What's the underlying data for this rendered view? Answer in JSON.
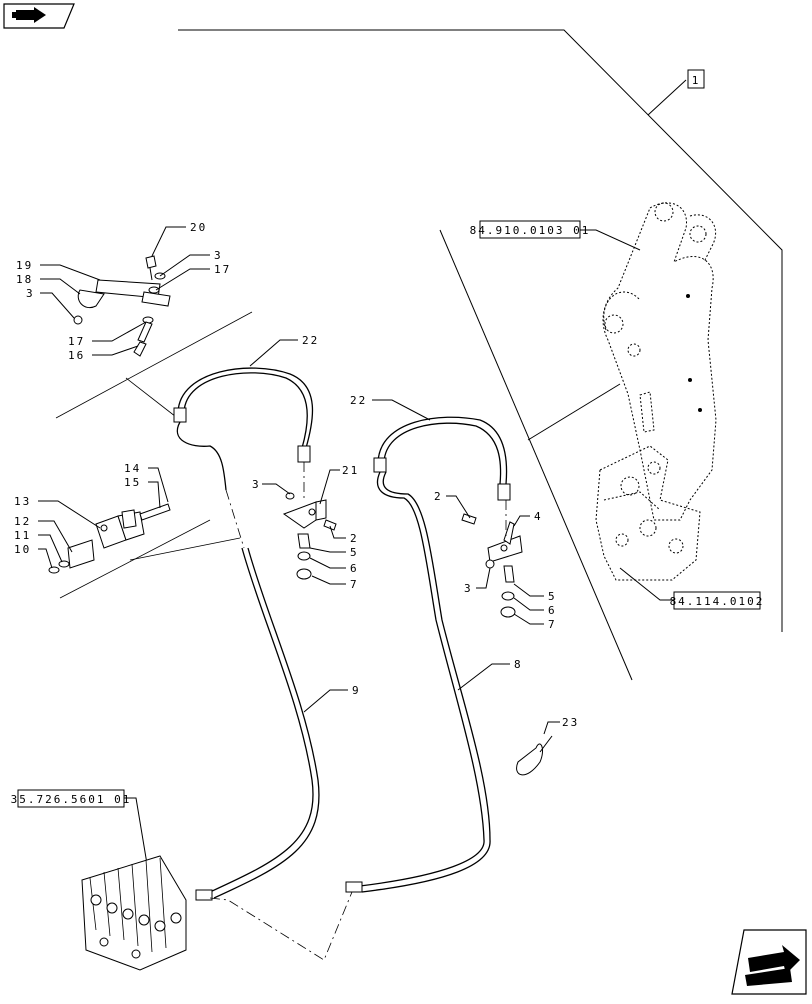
{
  "nav": {
    "prev_icon": "back-arrow-icon",
    "next_icon": "forward-arrow-icon"
  },
  "references": {
    "boom": "84.910.0103 01",
    "chassis": "84.114.0102",
    "valve": "35.726.5601 01",
    "group": "1"
  },
  "callouts": {
    "c1": "20",
    "c2": "3",
    "c3": "17",
    "c4": "19",
    "c5": "18",
    "c6": "3",
    "c7": "17",
    "c8": "16",
    "c9": "22",
    "c10": "22",
    "c11": "14",
    "c12": "15",
    "c13": "13",
    "c14": "12",
    "c15": "11",
    "c16": "10",
    "c17": "3",
    "c18": "21",
    "c19": "2",
    "c20": "5",
    "c21": "6",
    "c22": "7",
    "c23": "2",
    "c24": "4",
    "c25": "3",
    "c26": "5",
    "c27": "6",
    "c28": "7",
    "c29": "9",
    "c30": "8",
    "c31": "23"
  }
}
